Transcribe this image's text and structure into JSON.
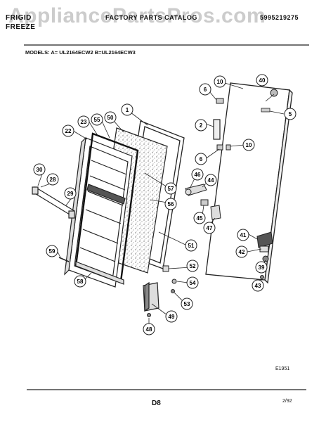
{
  "header": {
    "brand_line1": "FRIGID",
    "brand_line2": "FREEZE",
    "catalog_title": "FACTORY PARTS CATALOG",
    "part_number": "5995219275"
  },
  "watermark": "AppliancePartsPros.com",
  "models": "MODELS: A= UL2164ECW2   B=UL2164ECW3",
  "figure_code": "E1951",
  "footer": {
    "page": "D8",
    "date": "2/92"
  },
  "callouts": [
    "1",
    "2",
    "5",
    "6",
    "6",
    "10",
    "10",
    "22",
    "23",
    "28",
    "29",
    "30",
    "39",
    "40",
    "41",
    "42",
    "43",
    "44",
    "45",
    "46",
    "47",
    "48",
    "49",
    "50",
    "51",
    "52",
    "53",
    "54",
    "55",
    "56",
    "57",
    "58",
    "59"
  ]
}
